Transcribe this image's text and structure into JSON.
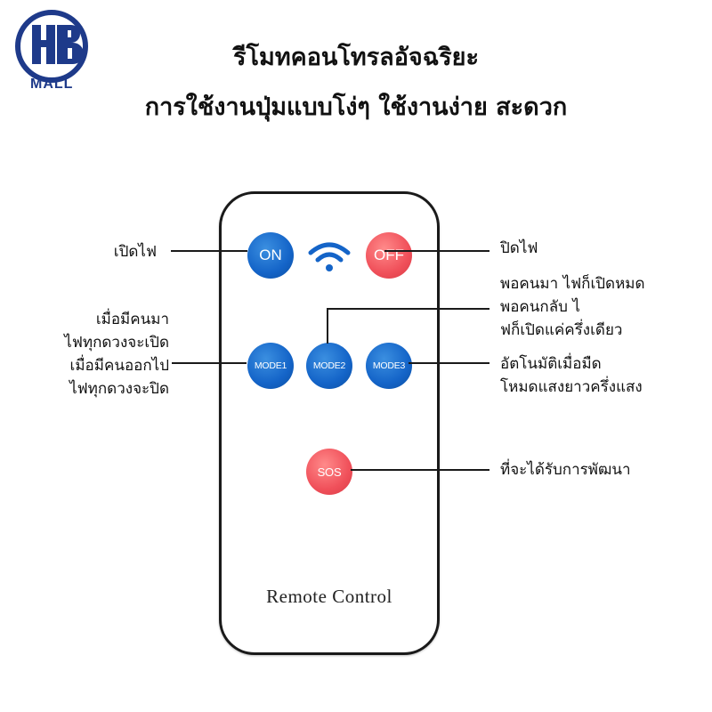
{
  "brand": {
    "logo_icon": "hb-mall-logo-icon",
    "logo_text": "MALL",
    "logo_color": "#1e3a8a"
  },
  "headline": {
    "line1": "รีโมทคอนโทรลอัจฉริยะ",
    "line2": "การใช้งานปุ่มแบบโง่ๆ ใช้งานง่าย สะดวก"
  },
  "remote": {
    "buttons": {
      "on": "ON",
      "off": "OFF",
      "mode1": "MODE1",
      "mode2": "MODE2",
      "mode3": "MODE3",
      "sos": "SOS"
    },
    "wifi_icon": "wifi-icon",
    "brand_text": "Remote Control",
    "colors": {
      "blue": "#1464c8",
      "red": "#f0505a"
    }
  },
  "annotations": {
    "on": "เปิดไฟ",
    "off": "ปิดไฟ",
    "mode2": [
      "พอคนมา ไฟก็เปิดหมด",
      "พอคนกลับ ไ",
      "ฟก็เปิดแค่ครึ่งเดียว"
    ],
    "mode1": [
      "เมื่อมีคนมา",
      "ไฟทุกดวงจะเปิด",
      "เมื่อมีคนออกไป",
      "ไฟทุกดวงจะปิด"
    ],
    "mode3": [
      "อัตโนมัติเมื่อมืด",
      "โหมดแสงยาวครึ่งแสง"
    ],
    "sos": "ที่จะได้รับการพัฒนา"
  }
}
